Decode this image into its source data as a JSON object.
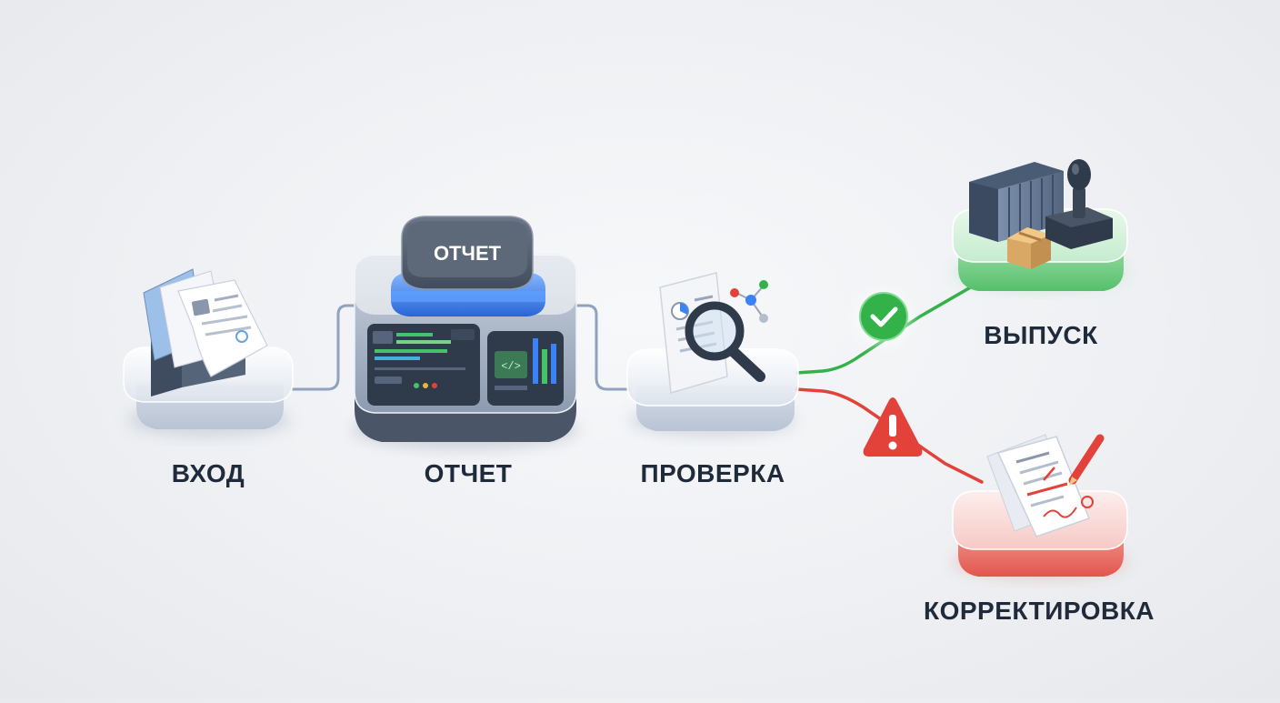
{
  "stages": {
    "input": "ВХОД",
    "report": "ОТЧЕТ",
    "check": "ПРОВЕРКА",
    "release": "ВЫПУСК",
    "correction": "КОРРЕКТИРОВКА"
  },
  "report_cap_text": "ОТЧЕТ",
  "colors": {
    "connector": "#8fa3bf",
    "success": "#34b24a",
    "error": "#e2423a",
    "text": "#1f2a3a",
    "glow": "#3b82f6"
  },
  "icons": {
    "input": "document-tray-icon",
    "report": "server-block-icon",
    "check": "magnifier-document-icon",
    "release": "container-stamp-icon",
    "correction": "document-edit-icon",
    "success_marker": "check-circle-icon",
    "warning_marker": "warning-triangle-icon"
  }
}
